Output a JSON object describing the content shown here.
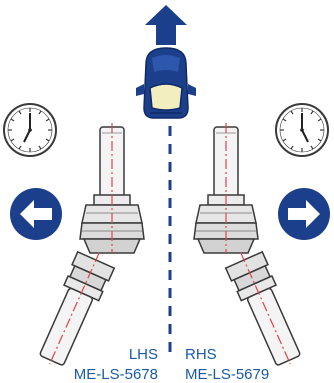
{
  "colors": {
    "navy": "#1b3f8b",
    "label_blue": "#1a5aa8",
    "axis_red": "#e0444a",
    "part_stroke": "#3a3a3a",
    "part_fill": "#f2f2f2",
    "windshield": "#f3eec0"
  },
  "icons": {
    "direction": "up-arrow-icon",
    "vehicle": "car-top-view-icon",
    "left_clock": "clock-icon",
    "right_clock": "clock-icon",
    "left_turn": "left-arrow-circle-icon",
    "right_turn": "right-arrow-circle-icon"
  },
  "left_part": {
    "side": "LHS",
    "code": "ME-LS-5678"
  },
  "right_part": {
    "side": "RHS",
    "code": "ME-LS-5679"
  }
}
